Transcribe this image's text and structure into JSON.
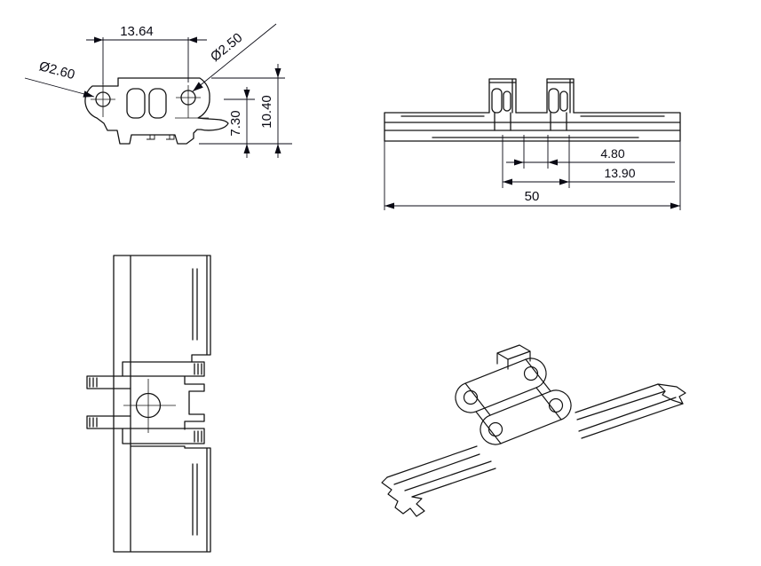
{
  "drawing": {
    "background": "#ffffff",
    "line_color": "#141414",
    "dimension_color": "#0a0a14",
    "side_view": {
      "hole_spacing": "13.64",
      "right_hole_diameter": "Ø2.50",
      "left_hole_diameter": "Ø2.60",
      "center_height": "7.30",
      "overall_height": "10.40"
    },
    "front_view": {
      "clip_inner_gap": "4.80",
      "clip_outer_span": "13.90",
      "overall_length": "50"
    }
  }
}
